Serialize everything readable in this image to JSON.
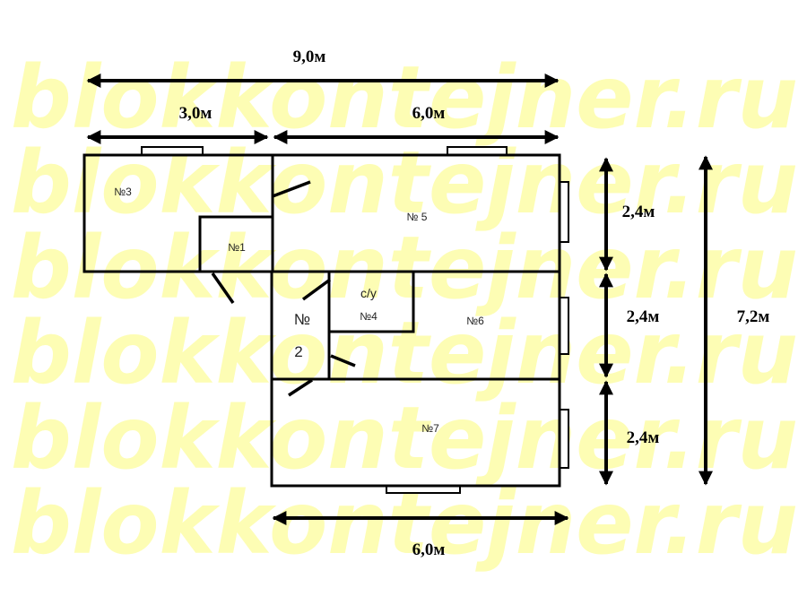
{
  "watermark": "blokkontejner.ru",
  "dimensions": {
    "total_width": "9,0м",
    "left_width": "3,0м",
    "right_width": "6,0м",
    "bottom_width": "6,0м",
    "row1_height": "2,4м",
    "row2_height": "2,4м",
    "row3_height": "2,4м",
    "total_height": "7,2м"
  },
  "rooms": {
    "r1": "№1",
    "r2_line1": "№",
    "r2_line2": "2",
    "r3": "№3",
    "r4_line1": "с/у",
    "r4_line2": "№4",
    "r5": "№ 5",
    "r6": "№6",
    "r7": "№7"
  }
}
